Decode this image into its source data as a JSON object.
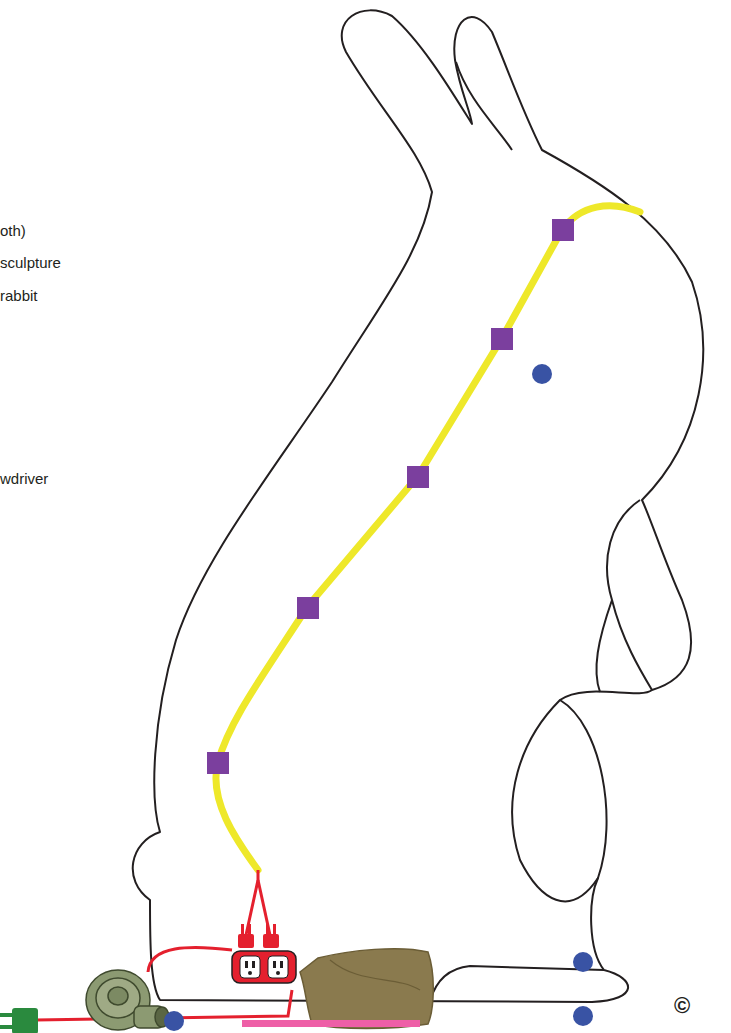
{
  "diagram": {
    "labels": [
      "oth)",
      "sculpture",
      "rabbit",
      "wdriver",
      "©"
    ]
  }
}
